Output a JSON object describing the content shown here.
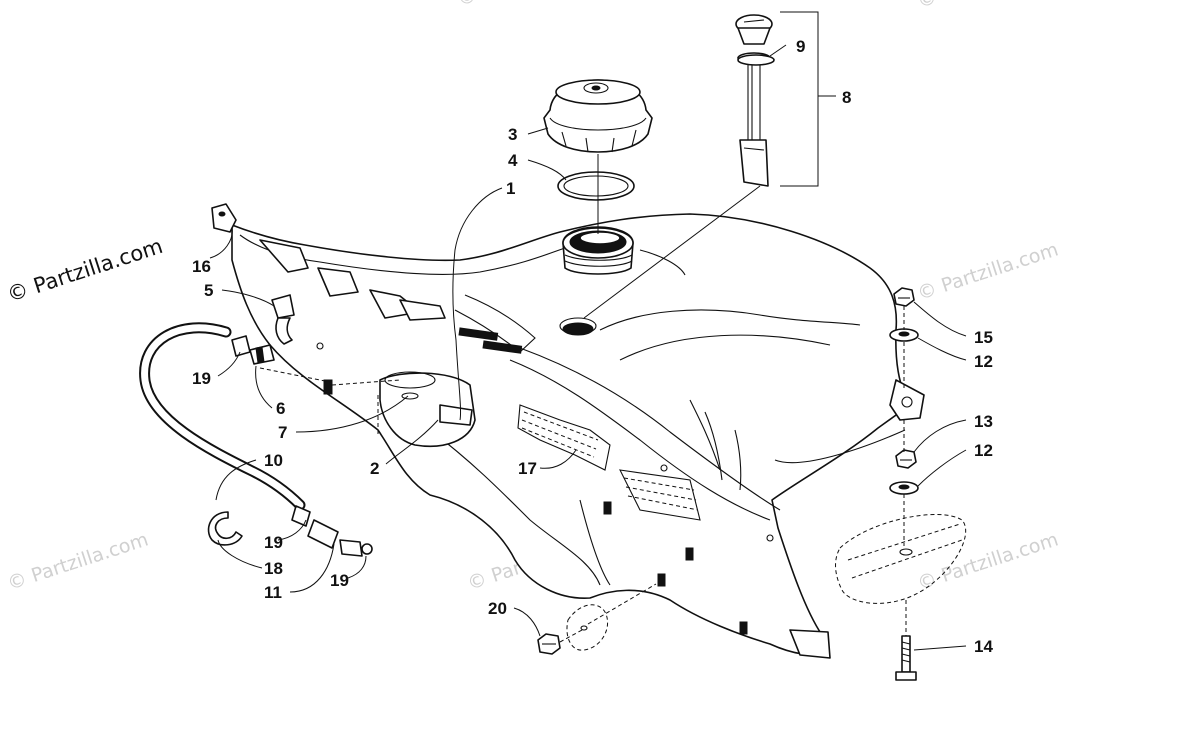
{
  "watermark": {
    "main": "© Partzilla.com",
    "faint": "© Partzilla.com"
  },
  "labels": {
    "p1": "1",
    "p2": "2",
    "p3": "3",
    "p4": "4",
    "p5": "5",
    "p6": "6",
    "p7": "7",
    "p8": "8",
    "p9": "9",
    "p10": "10",
    "p11": "11",
    "p12a": "12",
    "p12b": "12",
    "p13": "13",
    "p14": "14",
    "p15": "15",
    "p16": "16",
    "p17": "17",
    "p18": "18",
    "p19a": "19",
    "p19b": "19",
    "p19c": "19",
    "p20": "20"
  }
}
